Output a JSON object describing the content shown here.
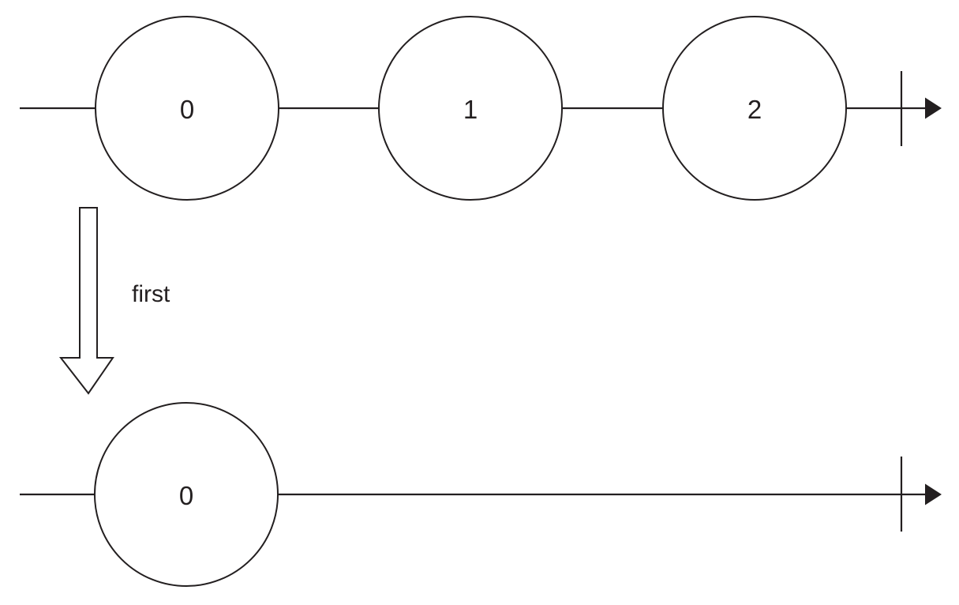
{
  "colors": {
    "stroke": "#231f20",
    "background": "#ffffff"
  },
  "streams": {
    "top": {
      "items": [
        {
          "label": "0"
        },
        {
          "label": "1"
        },
        {
          "label": "2"
        }
      ]
    },
    "bottom": {
      "items": [
        {
          "label": "0"
        }
      ]
    }
  },
  "operator": {
    "label": "first"
  }
}
